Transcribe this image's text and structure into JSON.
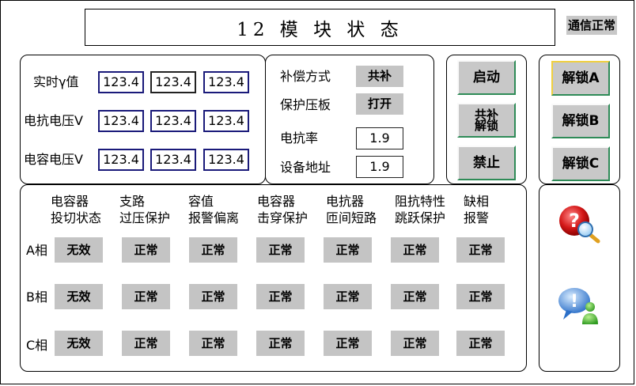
{
  "title": "12 模 块 状 态",
  "comm_status": "通信正常",
  "measure": {
    "rows": [
      {
        "label": "实时γ值",
        "values": [
          "123.4",
          "123.4",
          "123.4"
        ]
      },
      {
        "label": "电抗电压V",
        "values": [
          "123.4",
          "123.4",
          "123.4"
        ]
      },
      {
        "label": "电容电压V",
        "values": [
          "123.4",
          "123.4",
          "123.4"
        ]
      }
    ]
  },
  "settings": {
    "comp_mode_label": "补偿方式",
    "comp_mode_value": "共补",
    "protect_label": "保护压板",
    "protect_value": "打开",
    "reactance_label": "电抗率",
    "reactance_value": "1.9",
    "address_label": "设备地址",
    "address_value": "1.9"
  },
  "controls": {
    "start": "启动",
    "unlock_common_1": "共补",
    "unlock_common_2": "解锁",
    "forbid": "禁止"
  },
  "unlock": {
    "a": "解锁A",
    "b": "解锁B",
    "c": "解锁C"
  },
  "status_table": {
    "headers": [
      [
        "电容器",
        "投切状态"
      ],
      [
        "支路",
        "过压保护"
      ],
      [
        "容值",
        "报警偏离"
      ],
      [
        "电容器",
        "击穿保护"
      ],
      [
        "电抗器",
        "匝间短路"
      ],
      [
        "阻抗特性",
        "跳跃保护"
      ],
      [
        "缺相",
        "报警"
      ]
    ],
    "rows": [
      {
        "phase": "A相",
        "cells": [
          "无效",
          "正常",
          "正常",
          "正常",
          "正常",
          "正常",
          "正常"
        ]
      },
      {
        "phase": "B相",
        "cells": [
          "无效",
          "正常",
          "正常",
          "正常",
          "正常",
          "正常",
          "正常"
        ]
      },
      {
        "phase": "C相",
        "cells": [
          "无效",
          "正常",
          "正常",
          "正常",
          "正常",
          "正常",
          "正常"
        ]
      }
    ]
  },
  "icons": [
    "help-search-icon",
    "users-alert-icon"
  ]
}
